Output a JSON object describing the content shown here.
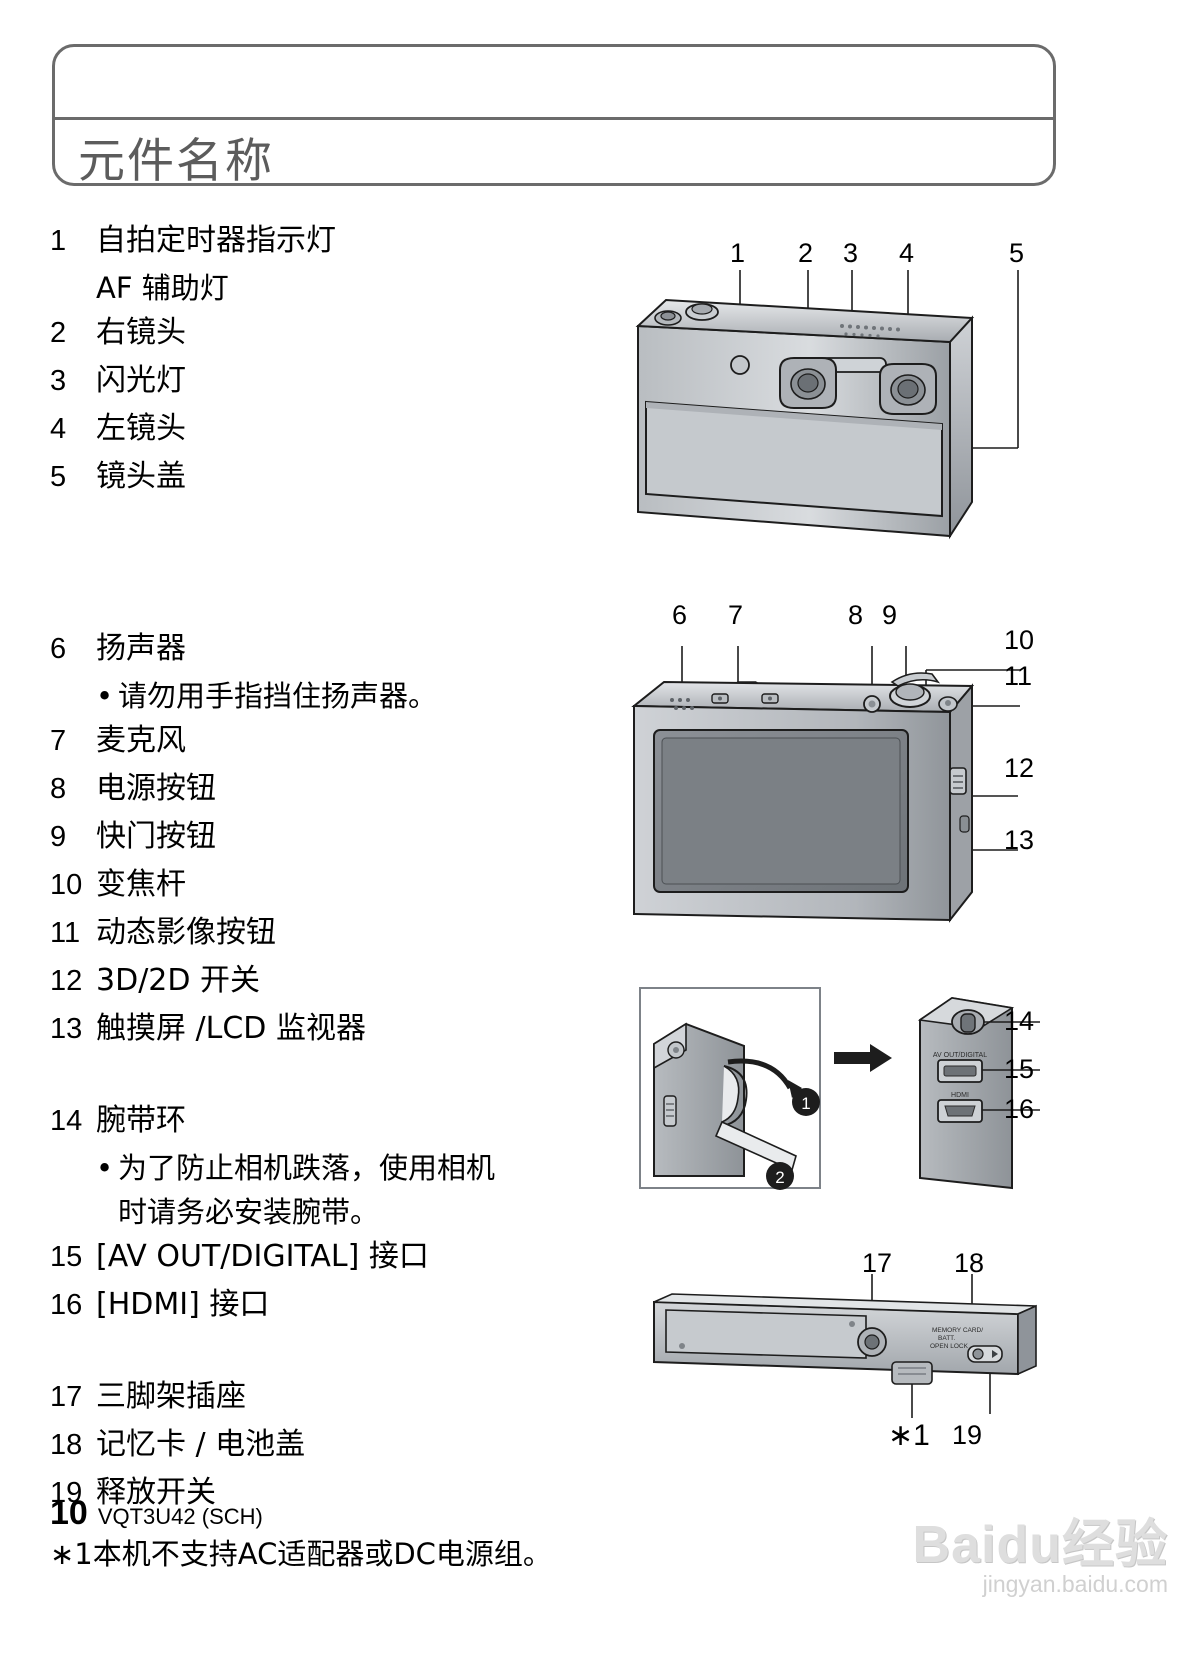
{
  "header": {
    "title": "元件名称"
  },
  "parts_list": [
    {
      "num": "1",
      "label": "自拍定时器指示灯"
    },
    {
      "num": "",
      "label": "AF 辅助灯"
    },
    {
      "num": "2",
      "label": "右镜头"
    },
    {
      "num": "3",
      "label": "闪光灯"
    },
    {
      "num": "4",
      "label": "左镜头"
    },
    {
      "num": "5",
      "label": "镜头盖"
    },
    {
      "num": "6",
      "label": "扬声器"
    },
    {
      "num": "",
      "label": "• 请勿用手指挡住扬声器。"
    },
    {
      "num": "7",
      "label": "麦克风"
    },
    {
      "num": "8",
      "label": "电源按钮"
    },
    {
      "num": "9",
      "label": "快门按钮"
    },
    {
      "num": "10",
      "label": "变焦杆"
    },
    {
      "num": "11",
      "label": "动态影像按钮"
    },
    {
      "num": "12",
      "label": "3D/2D 开关"
    },
    {
      "num": "13",
      "label": "触摸屏 /LCD 监视器"
    },
    {
      "num": "14",
      "label": "腕带环"
    },
    {
      "num": "",
      "label": "• 为了防止相机跌落，使用相机"
    },
    {
      "num": "",
      "label": "时请务必安装腕带。"
    },
    {
      "num": "15",
      "label": "[AV OUT/DIGITAL] 接口"
    },
    {
      "num": "16",
      "label": "[HDMI] 接口"
    },
    {
      "num": "17",
      "label": "三脚架插座"
    },
    {
      "num": "18",
      "label": "记忆卡 / 电池盖"
    },
    {
      "num": "19",
      "label": "释放开关"
    }
  ],
  "items": {
    "i1a": "自拍定时器指示灯",
    "i1b": "AF 辅助灯",
    "i2": "右镜头",
    "i3": "闪光灯",
    "i4": "左镜头",
    "i5": "镜头盖",
    "i6": "扬声器",
    "i6note": "请勿用手指挡住扬声器。",
    "i7": "麦克风",
    "i8": "电源按钮",
    "i9": "快门按钮",
    "i10": "变焦杆",
    "i11": "动态影像按钮",
    "i12": "3D/2D 开关",
    "i13": "触摸屏 /LCD 监视器",
    "i14": "腕带环",
    "i14note1": "为了防止相机跌落，使用相机",
    "i14note2": "时请务必安装腕带。",
    "i15": "[AV OUT/DIGITAL] 接口",
    "i16": "[HDMI] 接口",
    "i17": "三脚架插座",
    "i18": "记忆卡 / 电池盖",
    "i19": "释放开关",
    "bullet": "•",
    "n1": "1",
    "n2": "2",
    "n3": "3",
    "n4": "4",
    "n5": "5",
    "n6": "6",
    "n7": "7",
    "n8": "8",
    "n9": "9",
    "n10": "10",
    "n11": "11",
    "n12": "12",
    "n13": "13",
    "n14": "14",
    "n15": "15",
    "n16": "16",
    "n17": "17",
    "n18": "18",
    "n19": "19"
  },
  "footnote": "∗1本机不支持AC适配器或DC电源组。",
  "footer": {
    "page": "10",
    "code": "VQT3U42 (SCH)"
  },
  "figures": {
    "front_callouts": [
      "1",
      "2",
      "3",
      "4",
      "5"
    ],
    "back_callouts": [
      "6",
      "7",
      "8",
      "9",
      "10",
      "11",
      "12",
      "13"
    ],
    "side_callouts": [
      "14",
      "15",
      "16"
    ],
    "strap_steps": [
      "1",
      "2"
    ],
    "bottom_callouts": [
      "17",
      "18",
      "19"
    ],
    "bottom_star": "∗1",
    "port_labels": {
      "usb": "AV OUT/DIGITAL",
      "hdmi": "HDMI"
    },
    "battery_door_label_line1": "MEMORY CARD/",
    "battery_door_label_line2": "BATT.",
    "battery_door_label_line3": "OPEN       LOCK"
  },
  "watermark": {
    "main": "Baidu经验",
    "sub": "jingyan.baidu.com"
  },
  "colors": {
    "rule": "#6b6b6b",
    "title": "#5c5c5c",
    "body_gray_dark": "#8e9196",
    "body_gray_mid": "#b6b9bd",
    "body_gray_light": "#d3d6d9",
    "screen_dark": "#7d8186",
    "line": "#2b2b2b"
  }
}
